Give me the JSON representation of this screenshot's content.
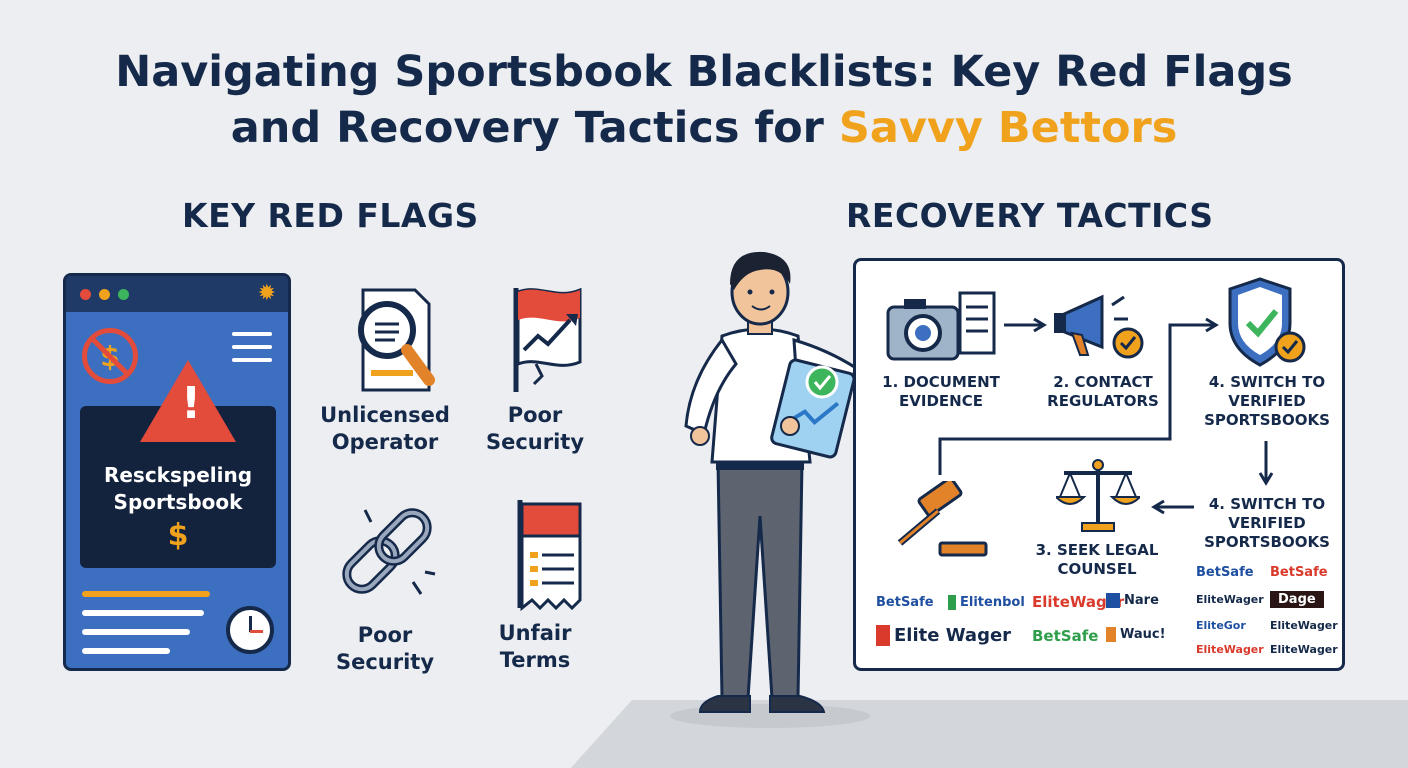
{
  "title": {
    "line1": "Navigating Sportsbook Blacklists: Key Red Flags",
    "line2_start": "and Recovery Tactics for ",
    "line2_accent": "Savvy Bettors"
  },
  "red_flags": {
    "heading": "KEY RED FLAGS",
    "phone_card": {
      "line1": "Resckspeling",
      "line2": "Sportsbook",
      "symbol": "$"
    },
    "items": [
      {
        "line1": "Unlicensed",
        "line2": "Operator"
      },
      {
        "line1": "Poor",
        "line2": "Security"
      },
      {
        "line1": "Poor",
        "line2": "Security"
      },
      {
        "line1": "Unfair",
        "line2": "Terms"
      }
    ]
  },
  "recovery": {
    "heading": "RECOVERY TACTICS",
    "steps": [
      {
        "line1": "1. DOCUMENT",
        "line2": "EVIDENCE"
      },
      {
        "line1": "2. CONTACT",
        "line2": "REGULATORS"
      },
      {
        "line1": "4. SWITCH TO",
        "line2": "VERIFIED",
        "line3": "SPORTSBOOKS"
      },
      {
        "line1": "4. SWITCH TO",
        "line2": "VERIFIED",
        "line3": "SPORTSBOOKS"
      },
      {
        "line1": "3. SEEK LEGAL",
        "line2": "COUNSEL"
      }
    ],
    "brands_left": [
      {
        "text": "BetSafe",
        "color": "#1f4fa0"
      },
      {
        "text": "Elitenbol",
        "color": "#1f4fa0"
      },
      {
        "text": "EliteWager",
        "color": "#d93a2b"
      },
      {
        "text": "Nare",
        "color": "#15294a"
      },
      {
        "text": "Elite Wager",
        "color": "#15294a"
      },
      {
        "text": "BetSafe",
        "color": "#2f9e4a"
      },
      {
        "text": "Wauc!",
        "color": "#15294a"
      }
    ],
    "brands_right": [
      {
        "text": "BetSafe",
        "color": "#1f4fa0"
      },
      {
        "text": "BetSafe",
        "color": "#d93a2b"
      },
      {
        "text": "EliteWager",
        "color": "#15294a"
      },
      {
        "text": "Dage",
        "color": "#ffffff"
      },
      {
        "text": "EliteGor",
        "color": "#1f4fa0"
      },
      {
        "text": "EliteWager",
        "color": "#15294a"
      },
      {
        "text": "EliteWager",
        "color": "#d93a2b"
      },
      {
        "text": "EliteWager",
        "color": "#15294a"
      }
    ]
  },
  "colors": {
    "navy": "#15294a",
    "accent": "#f0a21d",
    "red": "#e34b3b",
    "blue": "#3d6fc0",
    "green": "#3cb55c"
  }
}
